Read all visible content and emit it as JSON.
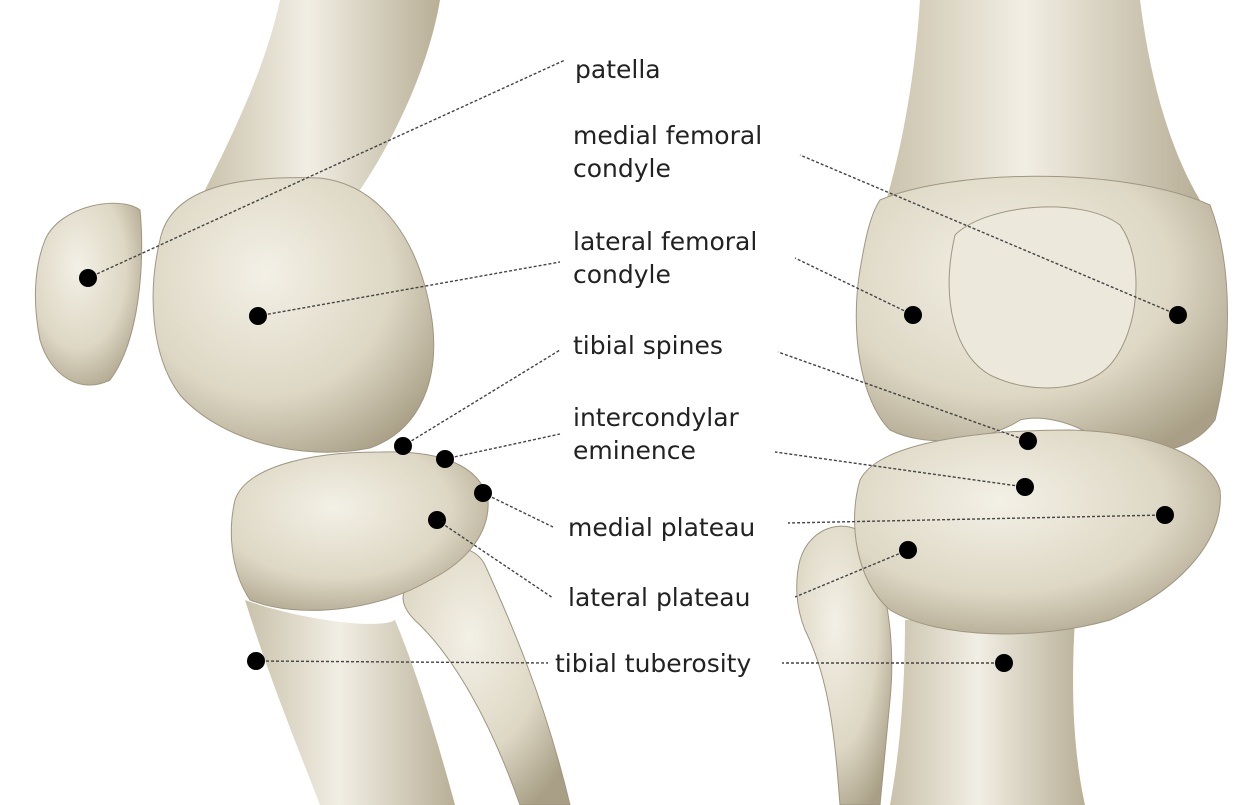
{
  "labels": {
    "patella": "patella",
    "medial_femoral_condyle": [
      "medial femoral",
      "condyle"
    ],
    "lateral_femoral_condyle": [
      "lateral femoral",
      "condyle"
    ],
    "tibial_spines": "tibial spines",
    "intercondylar_eminence": [
      "intercondylar",
      "eminence"
    ],
    "medial_plateau": "medial plateau",
    "lateral_plateau": "lateral plateau",
    "tibial_tuberosity": "tibial tuberosity"
  },
  "colors": {
    "bone": "#e4dfcf",
    "bone_shadow": "#b7ae96",
    "marker": "#000000",
    "leader": "#444444",
    "text": "#222222"
  }
}
